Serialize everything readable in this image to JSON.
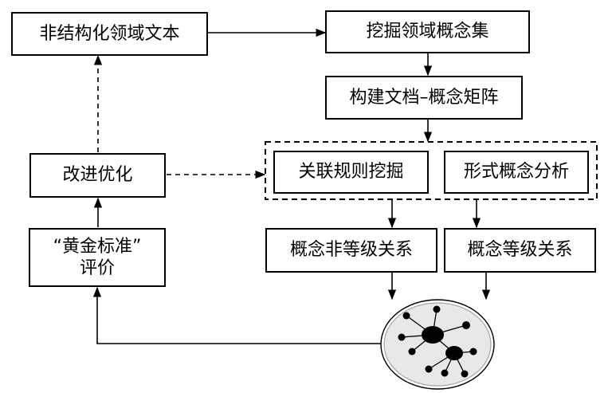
{
  "nodes": {
    "unstructured_text": "非结构化领域文本",
    "mine_concepts": "挖掘领域概念集",
    "build_matrix": "构建文档–概念矩阵",
    "assoc_rules": "关联规则挖掘",
    "fca": "形式概念分析",
    "improve": "改进优化",
    "gold_line1": "“黄金标准”",
    "gold_line2": "评价",
    "non_hier": "概念非等级关系",
    "hier": "概念等级关系"
  }
}
